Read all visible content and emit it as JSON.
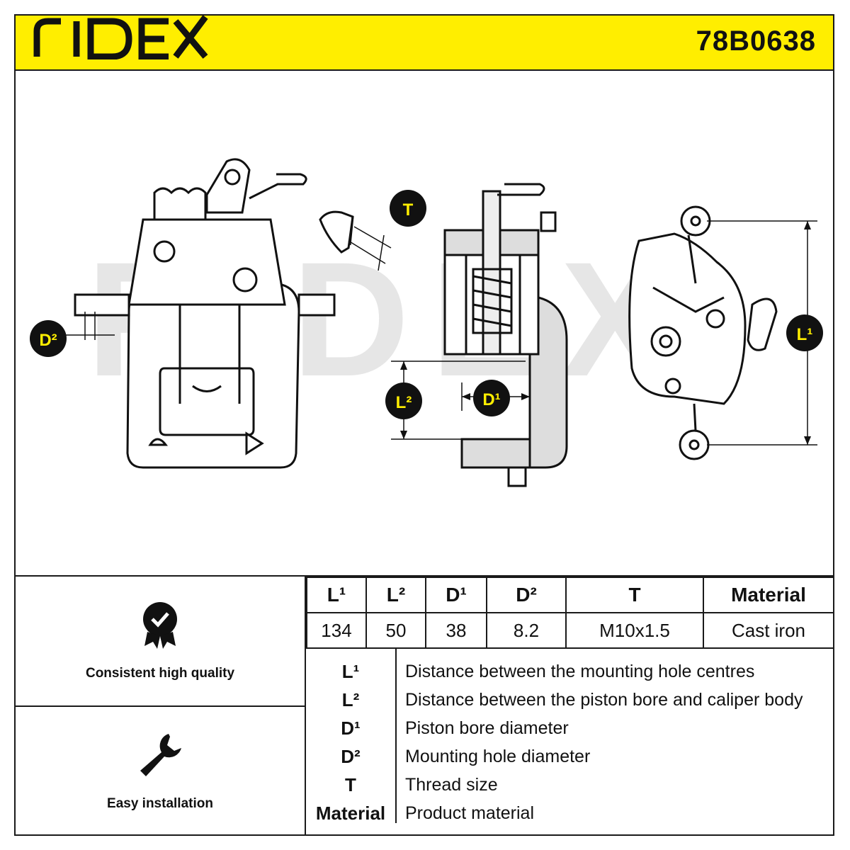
{
  "brand": "RIDEX",
  "part_number": "78B0638",
  "watermark": "RIDEX",
  "drawing_labels": {
    "l1": "L¹",
    "l2": "L²",
    "d1": "D¹",
    "d2": "D²",
    "t": "T"
  },
  "features": [
    {
      "label": "Consistent high quality",
      "icon": "quality-badge-icon"
    },
    {
      "label": "Easy installation",
      "icon": "wrench-icon"
    }
  ],
  "spec_table": {
    "headers": [
      "L¹",
      "L²",
      "D¹",
      "D²",
      "T",
      "Material"
    ],
    "values": [
      "134",
      "50",
      "38",
      "8.2",
      "M10x1.5",
      "Cast iron"
    ]
  },
  "legend": [
    {
      "key": "L¹",
      "text": "Distance between the mounting hole centres"
    },
    {
      "key": "L²",
      "text": "Distance between the piston bore and caliper body"
    },
    {
      "key": "D¹",
      "text": "Piston bore diameter"
    },
    {
      "key": "D²",
      "text": "Mounting hole diameter"
    },
    {
      "key": "T",
      "text": "Thread size"
    },
    {
      "key": "Material",
      "text": "Product material"
    }
  ],
  "colors": {
    "accent": "#ffee00",
    "ink": "#111111"
  }
}
